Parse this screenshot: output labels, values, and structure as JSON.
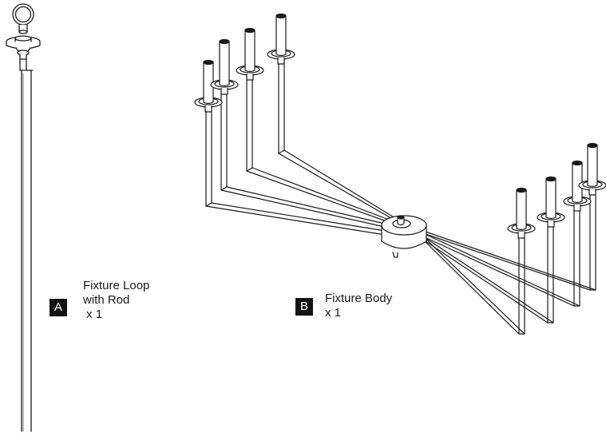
{
  "parts": [
    {
      "letter": "A",
      "name_line1": "Fixture Loop",
      "name_line2": "with Rod",
      "quantity": " x 1"
    },
    {
      "letter": "B",
      "name": "Fixture Body",
      "quantity": "x 1"
    }
  ],
  "colors": {
    "stroke": "#1a1a1a",
    "badge_bg": "#111111",
    "badge_text": "#ffffff",
    "background": "#ffffff"
  },
  "icons": [
    "fixture-loop-rod-illustration",
    "fixture-body-illustration"
  ]
}
